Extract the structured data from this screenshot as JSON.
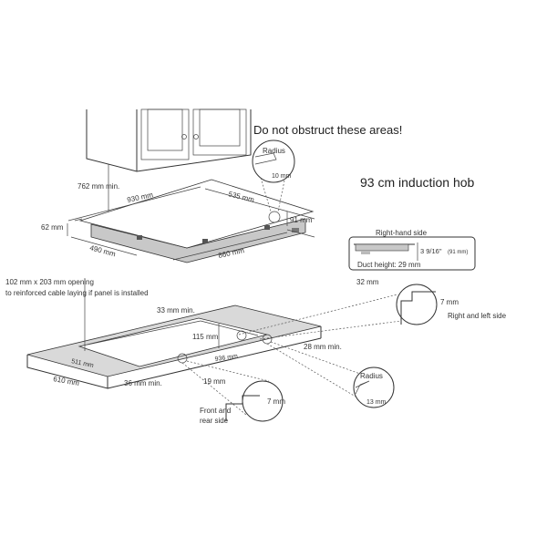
{
  "title": "93 cm induction hob",
  "warning": "Do not obstruct these areas!",
  "hob": {
    "cabinet_clearance": "762 mm min.",
    "width": "930 mm",
    "depth": "535 mm",
    "height_left": "62 mm",
    "height_right": "91 mm",
    "base_depth": "490 mm",
    "base_width": "860 mm",
    "radius_label": "Radius",
    "radius_value": "10 mm"
  },
  "side_view": {
    "title": "Right-hand side",
    "height": "3 9/16\"",
    "height_mm": "(91 mm)",
    "duct": "Duct height: 29 mm"
  },
  "countertop": {
    "opening_line1": "102 mm x 203 mm opening",
    "opening_line2": "to reinforced cable laying if panel is installed",
    "back_min": "33 mm min.",
    "depth_115": "115 mm",
    "right_min": "28 mm min.",
    "cutout_width": "936 mm",
    "cutout_depth": "511 mm",
    "front_min": "36 mm min.",
    "counter_depth": "610 mm",
    "rl_step_width": "32 mm",
    "rl_step_depth": "7 mm",
    "rl_label": "Right and left side",
    "radius_label": "Radius",
    "radius_value": "13 mm",
    "fr_step_width": "19 mm",
    "fr_step_depth": "7 mm",
    "fr_label_line1": "Front and",
    "fr_label_line2": "rear side"
  }
}
